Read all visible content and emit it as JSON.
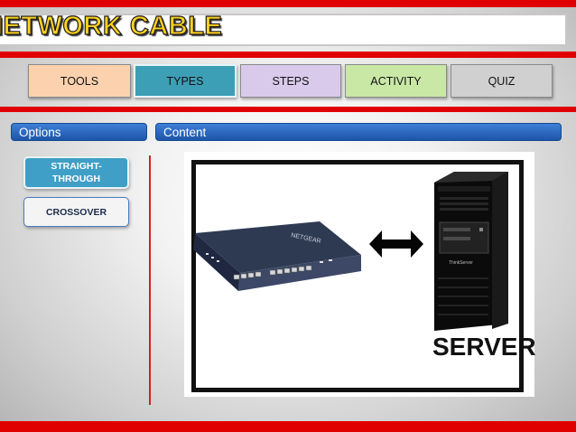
{
  "title": "NETWORK CABLE",
  "nav": {
    "tabs": [
      {
        "label": "TOOLS",
        "color": "#fbd2ad"
      },
      {
        "label": "TYPES",
        "color": "#3c9fb5"
      },
      {
        "label": "STEPS",
        "color": "#d9caeb"
      },
      {
        "label": "ACTIVITY",
        "color": "#c9e8a6"
      },
      {
        "label": "QUIZ",
        "color": "#d0d0d0"
      }
    ]
  },
  "options": {
    "header": "Options",
    "buttons": [
      {
        "label": "STRAIGHT-THROUGH",
        "color": "#3f9fc6"
      },
      {
        "label": "CROSSOVER",
        "color": "#f4f4f4"
      }
    ]
  },
  "content": {
    "header": "Content",
    "server_label": "SERVER",
    "switch_brand": "NETGEAR",
    "server_brand": "ThinkServer"
  },
  "colors": {
    "accent_red": "#e10000",
    "header_blue": "#2a66bf"
  }
}
